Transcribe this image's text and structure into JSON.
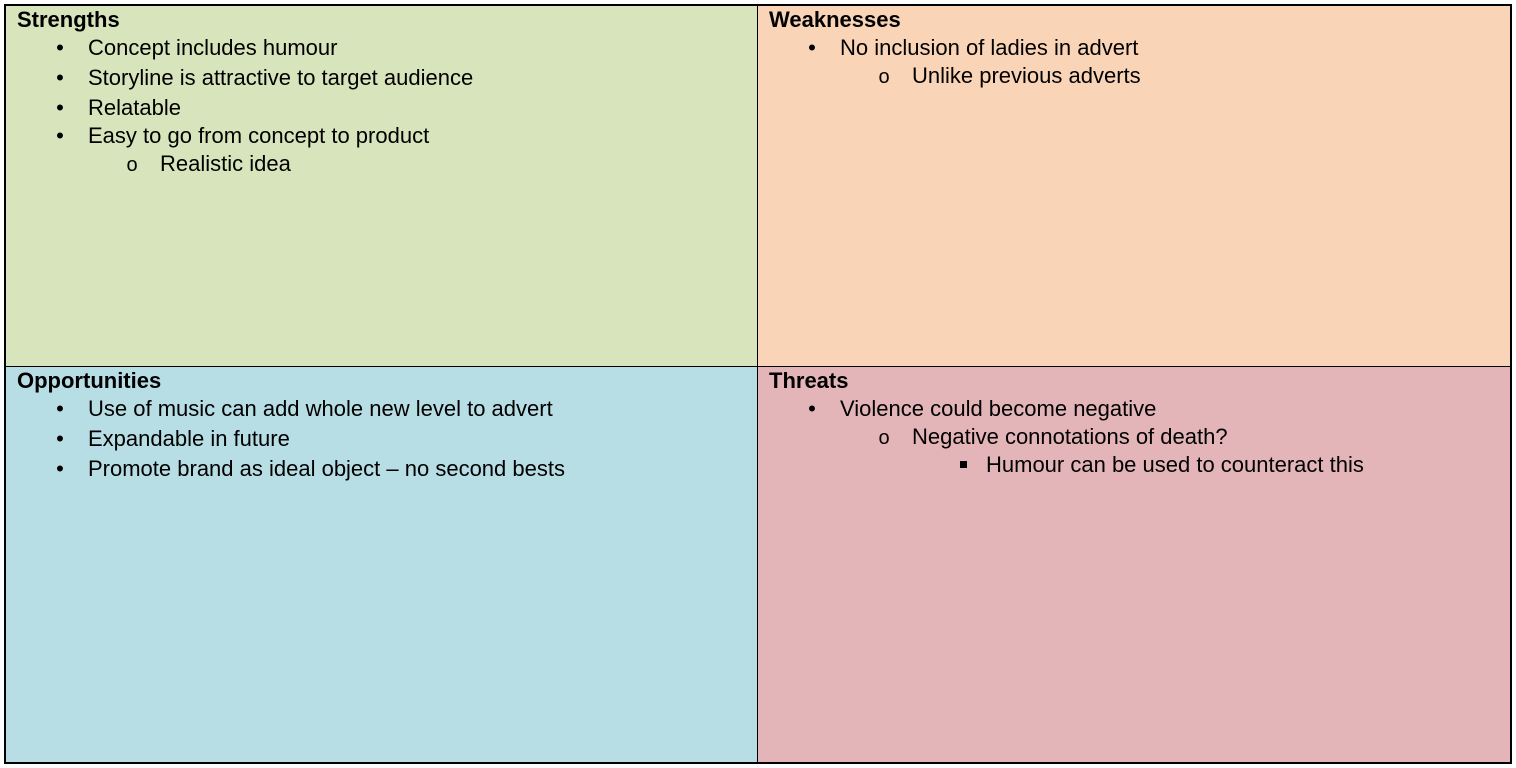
{
  "colors": {
    "strengths": "#d8e4bc",
    "weaknesses": "#f9d4b7",
    "opportunities": "#b7dde5",
    "threats": "#e4b5b8"
  },
  "strengths": {
    "title": "Strengths",
    "items": [
      "Concept includes humour",
      "Storyline is attractive to target audience",
      "Relatable",
      "Easy to go from concept to product"
    ],
    "subitems": [
      "Realistic idea"
    ]
  },
  "weaknesses": {
    "title": "Weaknesses",
    "items": [
      "No inclusion of ladies in advert"
    ],
    "subitems": [
      "Unlike previous adverts"
    ]
  },
  "opportunities": {
    "title": "Opportunities",
    "items": [
      "Use of music can add whole new level to advert",
      "Expandable in future",
      "Promote brand as ideal object – no second bests"
    ]
  },
  "threats": {
    "title": "Threats",
    "items": [
      "Violence could become negative"
    ],
    "subitems": [
      "Negative connotations of death?"
    ],
    "subsubitems": [
      "Humour can be used to counteract this"
    ]
  }
}
